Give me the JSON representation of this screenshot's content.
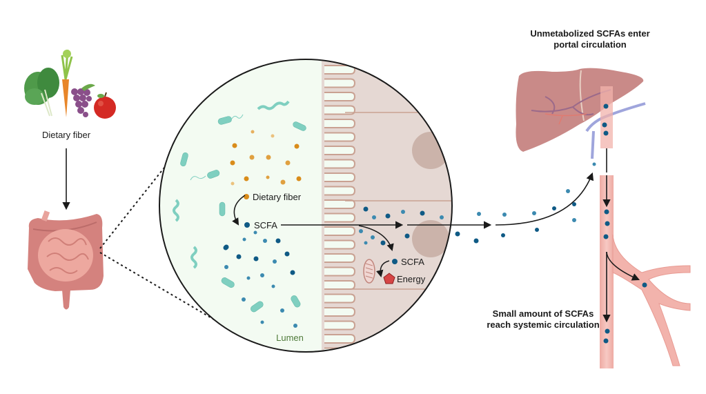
{
  "labels": {
    "dietary_fiber_source": "Dietary fiber",
    "dietary_fiber_inner": "Dietary fiber",
    "scfa_lumen": "SCFA",
    "scfa_cell": "SCFA",
    "energy": "Energy",
    "lumen": "Lumen",
    "portal_line1": "Unmetabolized SCFAs enter",
    "portal_line2": "portal circulation",
    "systemic_line1": "Small amount of SCFAs",
    "systemic_line2": "reach systemic circulation"
  },
  "icons": {
    "food": "vegetables-fruit-icon",
    "gut": "intestine-icon",
    "bacteria": "bacteria-icon",
    "mitochondrion": "mitochondrion-icon",
    "energy": "pentagon-energy-icon",
    "liver": "liver-icon",
    "vessel": "blood-vessel-icon"
  },
  "colors": {
    "fiber_particle": "#d98c1a",
    "scfa_particle": "#0f5a85",
    "scfa_particle_light": "#3c8ab0",
    "lumen_bg": "#f3fbf2",
    "epithelium": "#e5d8d3",
    "villus_outline": "#c9a192",
    "bacteria": "#7fcfc0",
    "lumen_text": "#4f7a3a",
    "liver": "#c98a88",
    "vessel": "#f2b3ac",
    "energy": "#d64545"
  }
}
